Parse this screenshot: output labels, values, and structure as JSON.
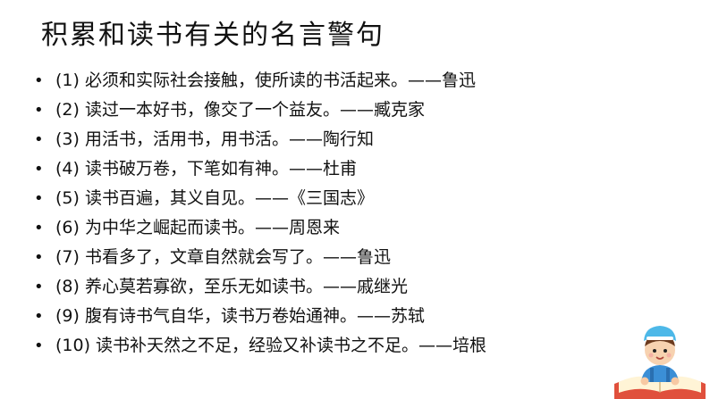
{
  "title": "积累和读书有关的名言警句",
  "bullet_char": "•",
  "quotes": [
    "(1) 必须和实际社会接触，使所读的书活起来。——鲁迅",
    "(2) 读过一本好书，像交了一个益友。——臧克家",
    "(3) 用活书，活用书，用书活。——陶行知",
    "(4) 读书破万卷，下笔如有神。——杜甫",
    "(5) 读书百遍，其义自见。——《三国志》",
    "(6) 为中华之崛起而读书。——周恩来",
    "(7) 书看多了，文章自然就会写了。——鲁迅",
    "(8) 养心莫若寡欲，至乐无如读书。——戚继光",
    "(9) 腹有诗书气自华，读书万卷始通神。——苏轼",
    "(10) 读书补天然之不足，经验又补读书之不足。——培根"
  ],
  "colors": {
    "text": "#111111",
    "background": "#ffffff",
    "book": "#e0503c",
    "pages": "#fff4d6",
    "cap": "#4db8e8",
    "shirt": "#3b8fd6"
  }
}
